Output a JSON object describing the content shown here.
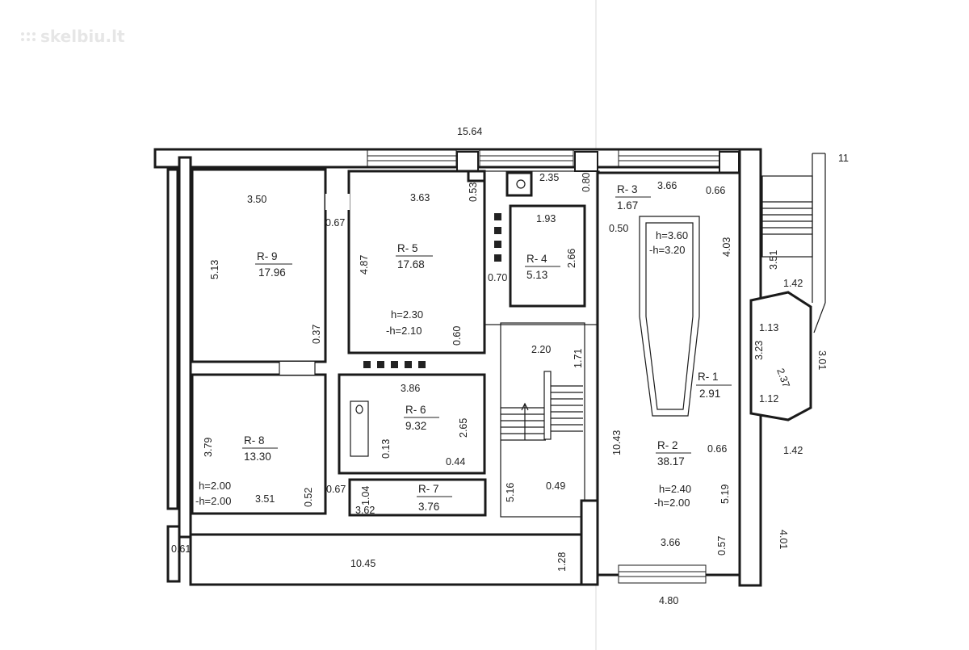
{
  "watermark": "skelbiu.lt",
  "corner_mark": "11",
  "rooms": [
    {
      "id": "R- 9",
      "area": "17.96"
    },
    {
      "id": "R- 5",
      "area": "17.68"
    },
    {
      "id": "R- 4",
      "area": "5.13"
    },
    {
      "id": "R- 3",
      "area": "1.67"
    },
    {
      "id": "R- 1",
      "area": "2.91"
    },
    {
      "id": "R- 2",
      "area": "38.17"
    },
    {
      "id": "R- 6",
      "area": "9.32"
    },
    {
      "id": "R- 8",
      "area": "13.30"
    },
    {
      "id": "R- 7",
      "area": "3.76"
    }
  ],
  "heights": [
    {
      "h": "h=2.30",
      "nh": "-h=2.10"
    },
    {
      "h": "h=3.60",
      "nh": "-h=3.20"
    },
    {
      "h": "h=2.40",
      "nh": "-h=2.00"
    },
    {
      "h": "h=2.00",
      "nh": "-h=2.00"
    }
  ],
  "dimensions": [
    "15.64",
    "3.50",
    "0.67",
    "3.63",
    "0.53",
    "2.35",
    "0.80",
    "3.66",
    "0.66",
    "5.13",
    "4.87",
    "1.93",
    "0.50",
    "2.66",
    "0.70",
    "4.03",
    "3.51",
    "1.42",
    "0.37",
    "0.60",
    "2.20",
    "1.71",
    "1.13",
    "3.23",
    "2.37",
    "3.01",
    "3.86",
    "2.65",
    "0.13",
    "10.43",
    "0.66",
    "1.12",
    "1.42",
    "3.79",
    "0.44",
    "0.52",
    "0.67",
    "1.04",
    "3.62",
    "5.16",
    "0.49",
    "5.19",
    "3.51",
    "4.01",
    "0.61",
    "10.45",
    "1.28",
    "3.66",
    "0.57",
    "4.80"
  ]
}
